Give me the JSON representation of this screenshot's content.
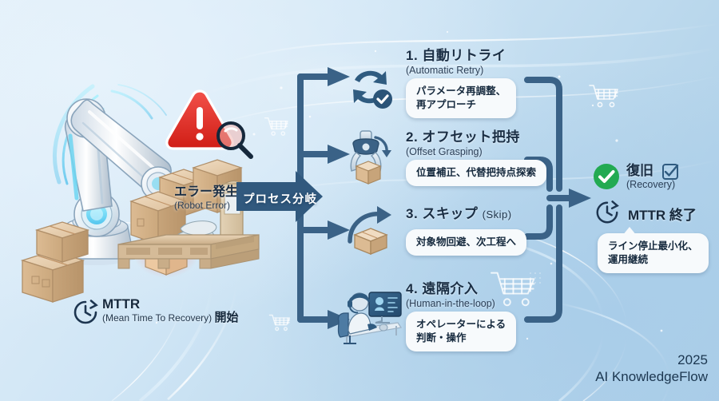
{
  "theme": {
    "bg_light": "#e3f0fa",
    "bg_dark": "#a9cce6",
    "flow_blue": "#39648c",
    "accent_dark": "#27567f",
    "bubble_bg": "#f7fafc",
    "success_green": "#22aa52",
    "alert_red": "#e12a24",
    "text_dark": "#17293c",
    "box_tan": "#d8b388"
  },
  "left": {
    "error_label": {
      "jp": "エラー発生",
      "en": "(Robot Error)"
    },
    "mttr": {
      "icon": "clock-restore-icon",
      "title": "MTTR",
      "subtitle": "(Mean Time To Recovery)",
      "state": "開始"
    },
    "robot": {
      "alert_icon": "warning-triangle-icon",
      "inspect_icon": "magnifier-icon",
      "arm_icon": "robot-arm-icon",
      "gripper_icon": "gripper-icon"
    }
  },
  "branch": {
    "tag": "プロセス分岐"
  },
  "steps": [
    {
      "number": "1.",
      "jp": "自動リトライ",
      "en": "(Automatic Retry)",
      "en_inline": false,
      "icon": "retry-loop-check-icon",
      "bubble": [
        "パラメータ再調整、",
        "再アプローチ"
      ]
    },
    {
      "number": "2.",
      "jp": "オフセット把持",
      "en": "(Offset Grasping)",
      "en_inline": false,
      "icon": "gripper-offset-icon",
      "bubble": [
        "位置補正、代替把持点探索"
      ]
    },
    {
      "number": "3.",
      "jp": "スキップ",
      "en": "(Skip)",
      "en_inline": true,
      "icon": "skip-box-arrow-icon",
      "bubble": [
        "対象物回避、次工程へ"
      ]
    },
    {
      "number": "4.",
      "jp": "遠隔介入",
      "en": "(Human-in-the-loop)",
      "en_inline": false,
      "icon": "operator-workstation-icon",
      "bubble": [
        "オペレーターによる",
        "判断・操作"
      ]
    }
  ],
  "right": {
    "recovery": {
      "jp": "復旧",
      "en": "(Recovery)",
      "check_icon": "green-check-circle-icon",
      "checkbox_icon": "checkbox-checked-icon"
    },
    "mttr_end": {
      "icon": "clock-restore-icon",
      "label": "MTTR 終了"
    },
    "bubble": [
      "ライン停止最小化、",
      "運用継続"
    ]
  },
  "brand": {
    "year": "2025",
    "name": "AI KnowledgeFlow"
  },
  "decor": {
    "cart_icon": "shopping-cart-icon",
    "cart_count": 3
  }
}
